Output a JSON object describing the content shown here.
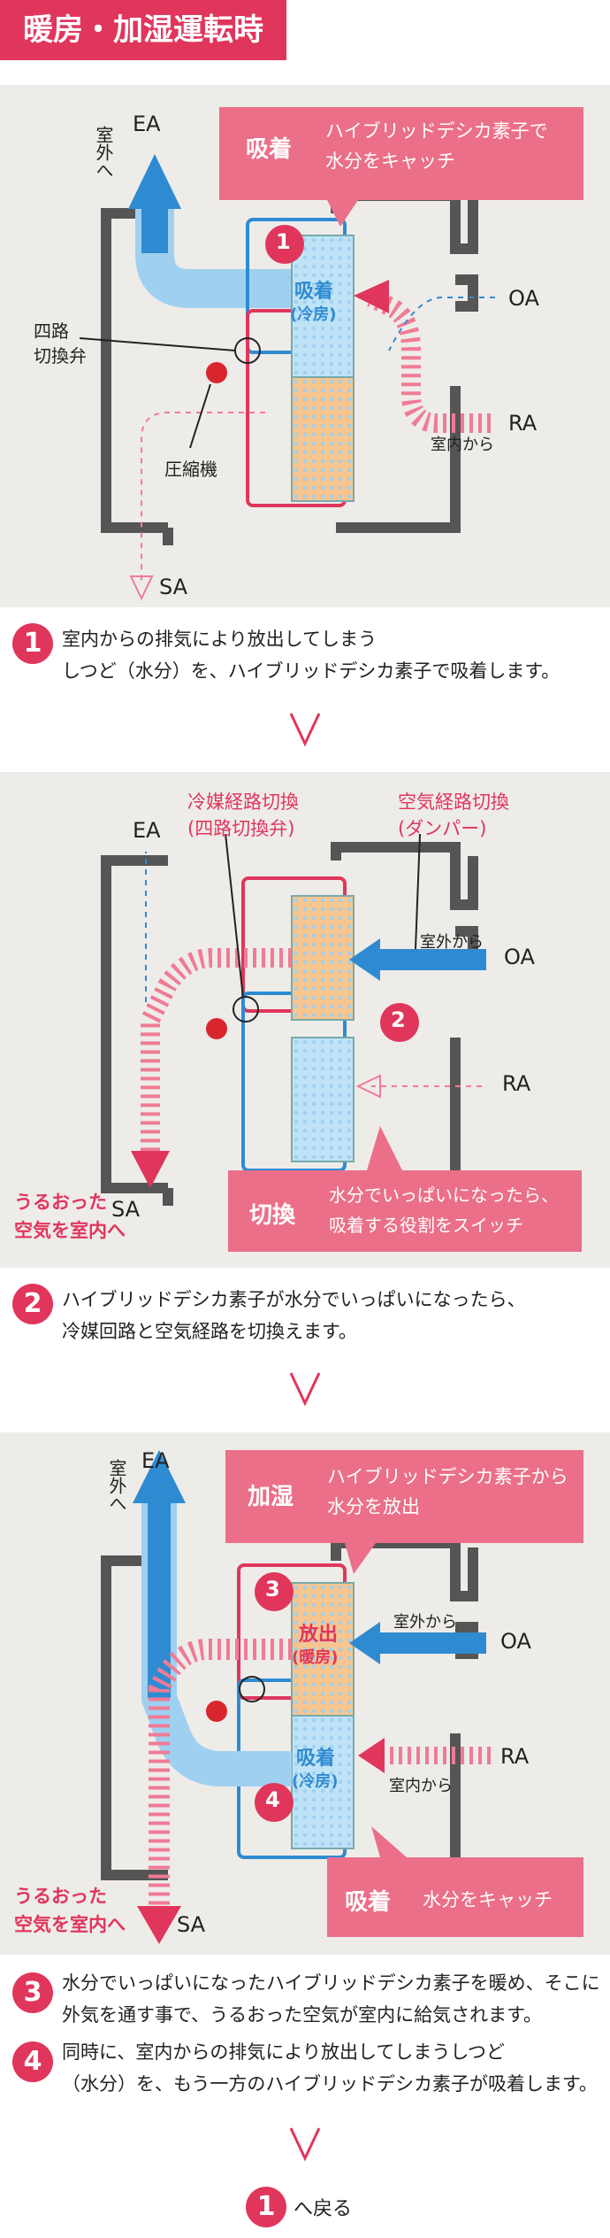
{
  "page": {
    "title": "暖房・加湿運転時"
  },
  "colors": {
    "accent": "#e0365c",
    "blue": "#2f8bd1",
    "light_blue": "#9fd0f0",
    "pink": "#f07b95",
    "dark": "#555555",
    "panel_bg": "#eeece9"
  },
  "panel1": {
    "callout_tag": "吸着",
    "callout_text": [
      "ハイブリッドデシカ素子で",
      "水分をキャッチ"
    ],
    "ea": "EA",
    "outside_to": "室外へ",
    "four_way": [
      "四路",
      "切換弁"
    ],
    "compressor": "圧縮機",
    "adsorb": "吸着",
    "cooling": "(冷房)",
    "oa": "OA",
    "ra": "RA",
    "from_room": "室内から",
    "sa": "SA",
    "num": "1"
  },
  "step1": {
    "num": "1",
    "lines": [
      "室内からの排気により放出してしまう",
      "しつど（水分）を、ハイブリッドデシカ素子で吸着します。"
    ]
  },
  "panel2": {
    "label_refrig": [
      "冷媒経路切換",
      "(四路切換弁)"
    ],
    "label_air": [
      "空気経路切換",
      "(ダンパー)"
    ],
    "ea": "EA",
    "from_outside": "室外から",
    "oa": "OA",
    "ra": "RA",
    "sa": "SA",
    "humid_air": [
      "うるおった",
      "空気を室内へ"
    ],
    "num": "2",
    "callout_tag": "切換",
    "callout_text": [
      "水分でいっぱいになったら、",
      "吸着する役割をスイッチ"
    ]
  },
  "step2": {
    "num": "2",
    "lines": [
      "ハイブリッドデシカ素子が水分でいっぱいになったら、",
      "冷媒回路と空気経路を切換えます。"
    ]
  },
  "panel3": {
    "callout_top_tag": "加湿",
    "callout_top_text": [
      "ハイブリッドデシカ素子から",
      "水分を放出"
    ],
    "ea": "EA",
    "outside_to": "室外へ",
    "num_a": "3",
    "release": "放出",
    "heating": "(暖房)",
    "from_outside": "室外から",
    "oa": "OA",
    "adsorb": "吸着",
    "cooling": "(冷房)",
    "ra": "RA",
    "from_room": "室内から",
    "num_b": "4",
    "humid_air": [
      "うるおった",
      "空気を室内へ"
    ],
    "sa": "SA",
    "callout_bottom_tag": "吸着",
    "callout_bottom_text": "水分をキャッチ"
  },
  "step3": {
    "num": "3",
    "lines": [
      "水分でいっぱいになったハイブリッドデシカ素子を暖め、そこに",
      "外気を通す事で、うるおった空気が室内に給気されます。"
    ]
  },
  "step4": {
    "num": "4",
    "lines": [
      "同時に、室内からの排気により放出してしまうしつど",
      "（水分）を、もう一方のハイブリッドデシカ素子が吸着します。"
    ]
  },
  "back": {
    "num": "1",
    "label": "へ戻る"
  }
}
